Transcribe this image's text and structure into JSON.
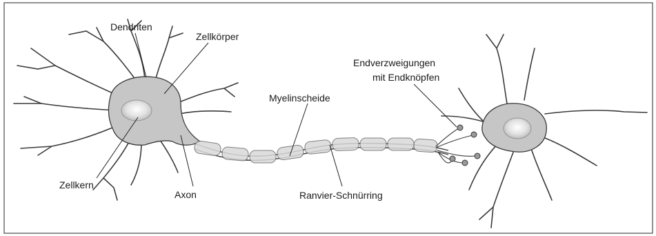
{
  "labels": {
    "dendriten": "Dendriten",
    "zellkoerper": "Zellkörper",
    "zellkern": "Zellkern",
    "axon": "Axon",
    "myelinscheide": "Myelinscheide",
    "ranvier": "Ranvier-Schnürring",
    "endverzweigungen_line1": "Endverzweigungen",
    "endverzweigungen_line2": "mit Endknöpfen"
  },
  "colors": {
    "cell_fill": "#c6c6c6",
    "outline": "#3a3a3a",
    "nucleus_center": "#ffffff",
    "myelin": "#d9d9d9"
  }
}
